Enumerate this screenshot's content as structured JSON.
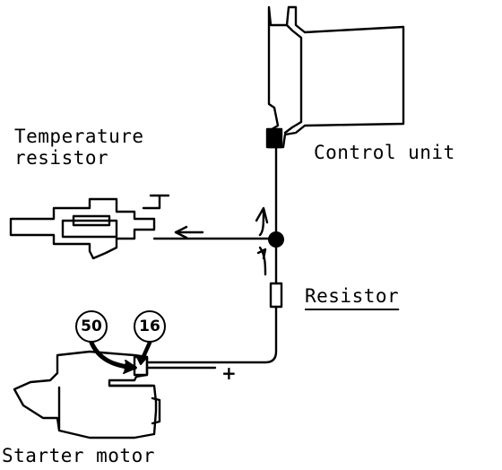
{
  "labels": {
    "temperature_resistor": "Temperature resistor",
    "control_unit": "Control unit",
    "resistor": "Resistor",
    "starter_motor": "Starter motor"
  },
  "terminals": {
    "t50": "50",
    "t16": "16"
  },
  "polarity": "+"
}
